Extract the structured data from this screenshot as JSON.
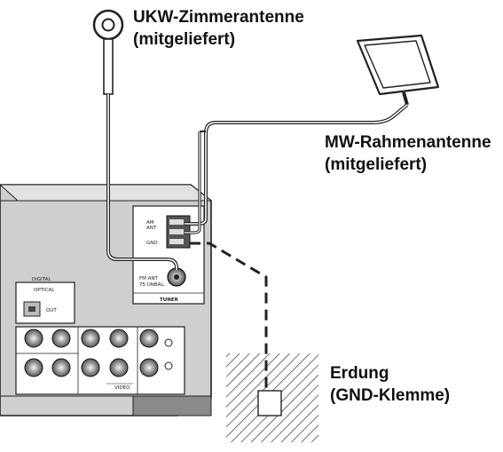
{
  "fm_antenna": {
    "name": "UKW-Zimmerantenne",
    "note": "(mitgeliefert)"
  },
  "am_antenna": {
    "name": "MW-Rahmenantenne",
    "note": "(mitgeliefert)"
  },
  "ground": {
    "name": "Erdung",
    "note": "(GND-Klemme)"
  },
  "panel": {
    "am_ant": [
      "AM",
      "ANT"
    ],
    "gnd": "GND",
    "fm_ant": [
      "FM ANT",
      "75 UNBAL."
    ],
    "tuner": "TUNER",
    "digital": "DIGITAL",
    "optical": "OPTICAL",
    "out": "OUT",
    "video_group": "VIDEO"
  }
}
